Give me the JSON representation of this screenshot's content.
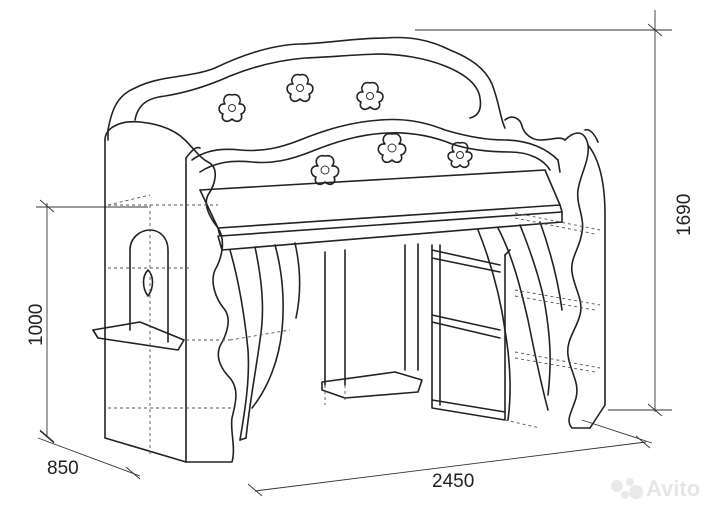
{
  "dimensions": {
    "height_total": "1690",
    "height_bed": "1000",
    "depth": "850",
    "width": "2450"
  },
  "watermark": {
    "text": "Avito",
    "icon": "avito-dots-icon"
  },
  "colors": {
    "line": "#222222",
    "watermark": "#e6e6e6",
    "background": "#ffffff"
  }
}
